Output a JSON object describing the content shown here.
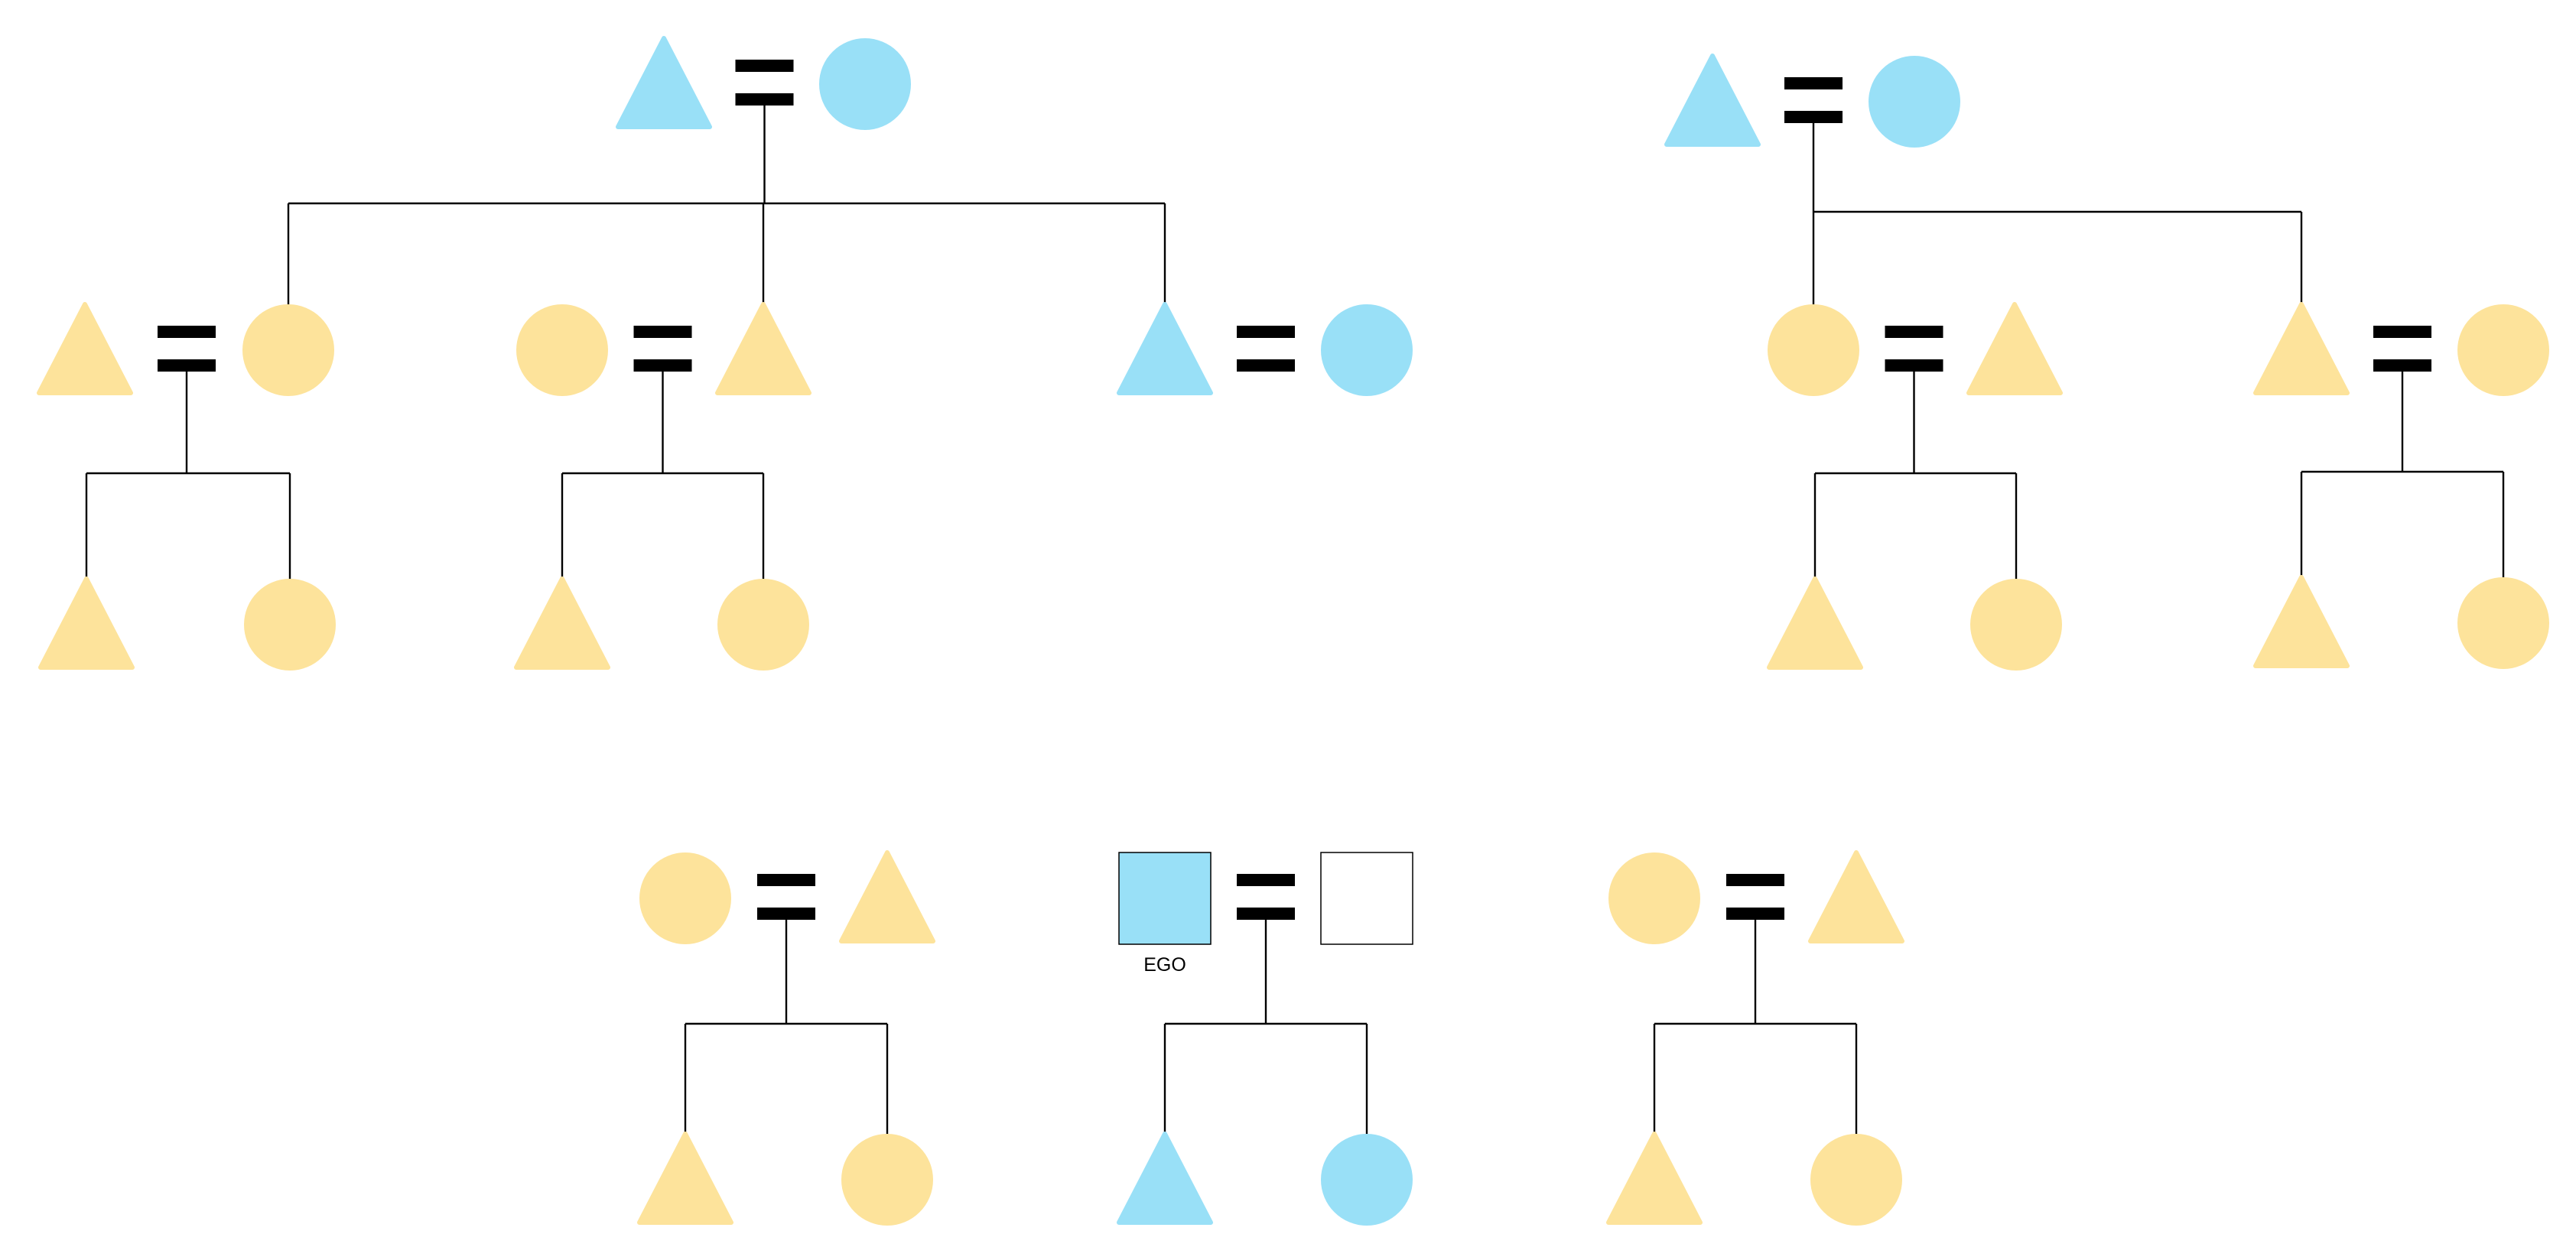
{
  "colors": {
    "blue": "#99e0f7",
    "yellow": "#fde39b",
    "white": "#ffffff",
    "stroke": "#000000"
  },
  "ego_label": "EGO",
  "people": [
    {
      "id": "p1",
      "shape": "triangle",
      "fill": "blue"
    },
    {
      "id": "p2",
      "shape": "circle",
      "fill": "blue"
    },
    {
      "id": "p3",
      "shape": "triangle",
      "fill": "blue"
    },
    {
      "id": "p4",
      "shape": "circle",
      "fill": "blue"
    },
    {
      "id": "p5",
      "shape": "triangle",
      "fill": "yellow"
    },
    {
      "id": "p6",
      "shape": "circle",
      "fill": "yellow"
    },
    {
      "id": "p7",
      "shape": "circle",
      "fill": "yellow"
    },
    {
      "id": "p8",
      "shape": "triangle",
      "fill": "yellow"
    },
    {
      "id": "p9",
      "shape": "triangle",
      "fill": "blue"
    },
    {
      "id": "p10",
      "shape": "circle",
      "fill": "blue"
    },
    {
      "id": "p11",
      "shape": "circle",
      "fill": "yellow"
    },
    {
      "id": "p12",
      "shape": "triangle",
      "fill": "yellow"
    },
    {
      "id": "p13",
      "shape": "triangle",
      "fill": "yellow"
    },
    {
      "id": "p14",
      "shape": "circle",
      "fill": "yellow"
    },
    {
      "id": "p15",
      "shape": "triangle",
      "fill": "yellow"
    },
    {
      "id": "p16",
      "shape": "circle",
      "fill": "yellow"
    },
    {
      "id": "p17",
      "shape": "triangle",
      "fill": "yellow"
    },
    {
      "id": "p18",
      "shape": "circle",
      "fill": "yellow"
    },
    {
      "id": "p19",
      "shape": "triangle",
      "fill": "yellow"
    },
    {
      "id": "p20",
      "shape": "circle",
      "fill": "yellow"
    },
    {
      "id": "p21",
      "shape": "triangle",
      "fill": "yellow"
    },
    {
      "id": "p22",
      "shape": "circle",
      "fill": "yellow"
    },
    {
      "id": "p23",
      "shape": "circle",
      "fill": "yellow"
    },
    {
      "id": "p24",
      "shape": "triangle",
      "fill": "yellow"
    },
    {
      "id": "ego",
      "shape": "square",
      "fill": "blue",
      "is_ego": true
    },
    {
      "id": "p26",
      "shape": "square",
      "fill": "white"
    },
    {
      "id": "p27",
      "shape": "circle",
      "fill": "yellow"
    },
    {
      "id": "p28",
      "shape": "triangle",
      "fill": "yellow"
    },
    {
      "id": "p29",
      "shape": "triangle",
      "fill": "yellow"
    },
    {
      "id": "p30",
      "shape": "circle",
      "fill": "yellow"
    },
    {
      "id": "p31",
      "shape": "triangle",
      "fill": "blue"
    },
    {
      "id": "p32",
      "shape": "circle",
      "fill": "blue"
    },
    {
      "id": "p33",
      "shape": "triangle",
      "fill": "yellow"
    },
    {
      "id": "p34",
      "shape": "circle",
      "fill": "yellow"
    }
  ],
  "marriages": [
    {
      "a": "p1",
      "b": "p2",
      "children": [
        "p6",
        "p8",
        "p9"
      ]
    },
    {
      "a": "p3",
      "b": "p4",
      "children": [
        "p11",
        "p13"
      ]
    },
    {
      "a": "p5",
      "b": "p6",
      "children": [
        "p15",
        "p16"
      ]
    },
    {
      "a": "p7",
      "b": "p8",
      "children": [
        "p17",
        "p18"
      ]
    },
    {
      "a": "p9",
      "b": "p10",
      "children": []
    },
    {
      "a": "p11",
      "b": "p12",
      "children": [
        "p19",
        "p20"
      ]
    },
    {
      "a": "p13",
      "b": "p14",
      "children": [
        "p21",
        "p22"
      ]
    },
    {
      "a": "p23",
      "b": "p24",
      "children": [
        "p29",
        "p30"
      ]
    },
    {
      "a": "ego",
      "b": "p26",
      "children": [
        "p31",
        "p32"
      ]
    },
    {
      "a": "p27",
      "b": "p28",
      "children": [
        "p33",
        "p34"
      ]
    }
  ]
}
